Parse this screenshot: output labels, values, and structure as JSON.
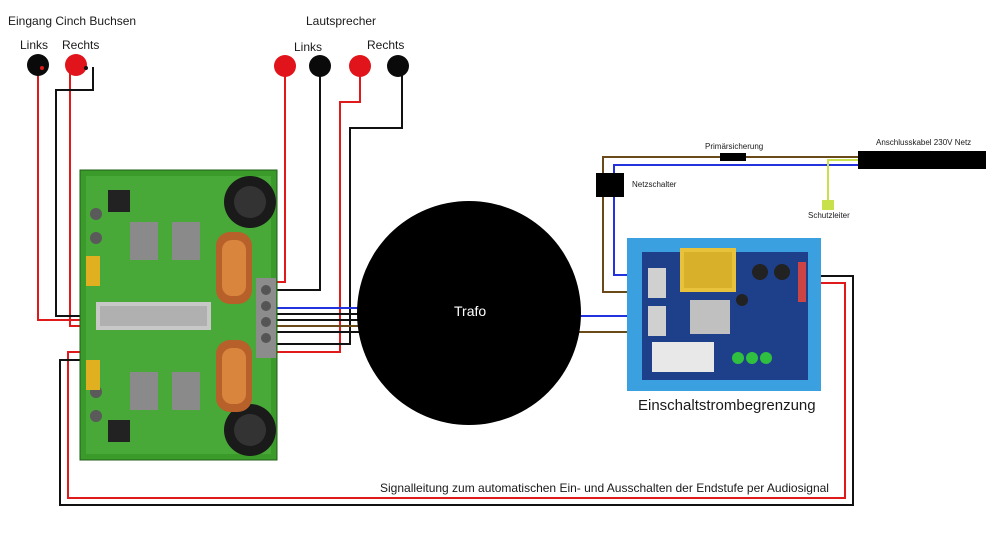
{
  "labels": {
    "eingang_title": "Eingang Cinch Buchsen",
    "eingang_links": "Links",
    "eingang_rechts": "Rechts",
    "lautsprecher_title": "Lautsprecher",
    "ls_links": "Links",
    "ls_rechts": "Rechts",
    "trafo": "Trafo",
    "einschalt": "Einschaltstrombegrenzung",
    "primaersicherung": "Primärsicherung",
    "netzschalter": "Netzschalter",
    "anschlusskabel": "Anschlusskabel 230V Netz",
    "schutzleiter": "Schutzleiter",
    "signalleitung": "Signalleitung zum automatischen Ein- und Ausschalten der Endstufe per Audiosignal"
  },
  "colors": {
    "red_wire": "#e01a1a",
    "black_wire": "#111111",
    "blue_wire": "#2233dd",
    "brown_wire": "#6b4a1a",
    "green_yellow_wire": "#c8e04a",
    "pcb_green": "#3a9a2a",
    "pcb_bg_blue": "#3aa0e0",
    "jack_red": "#e0141a",
    "jack_black": "#0a0a0a"
  }
}
